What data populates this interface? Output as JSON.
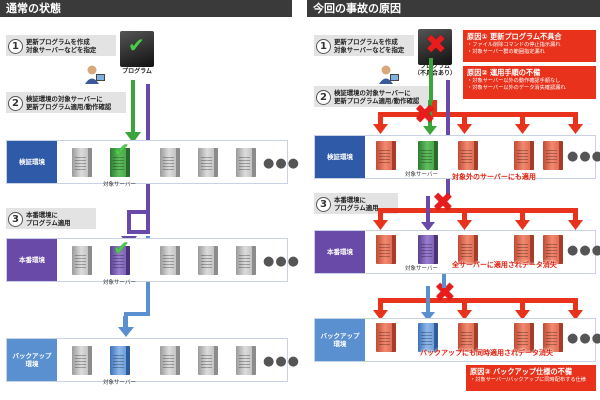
{
  "left": {
    "title": "通常の状態",
    "step1": {
      "num": "1",
      "text": "更新プログラムを作成\n対象サーバーなどを指定"
    },
    "program_label": "プログラム",
    "step2": {
      "num": "2",
      "text": "検証環境の対象サーバーに\n更新プログラム適用/動作確認"
    },
    "step3": {
      "num": "3",
      "text": "本番環境に\nプログラム適用"
    },
    "bands": [
      {
        "label": "検証環境",
        "target": "対象サーバー"
      },
      {
        "label": "本番環境",
        "target": "対象サーバー"
      },
      {
        "label": "バックアップ\n環境",
        "target": "対象サーバー"
      }
    ],
    "dots": "●●●"
  },
  "right": {
    "title": "今回の事故の原因",
    "step1": {
      "num": "1",
      "text": "更新プログラムを作成\n対象サーバーなどを指定"
    },
    "program_label": "プログラム\n（不具合あり）",
    "step2": {
      "num": "2",
      "text": "検証環境の対象サーバーに\n更新プログラム適用/動作確認"
    },
    "step3": {
      "num": "3",
      "text": "本番環境に\nプログラム適用"
    },
    "bands": [
      {
        "label": "検証環境",
        "target": "対象サーバー",
        "note": "対象外のサーバーにも適用"
      },
      {
        "label": "本番環境",
        "target": "対象サーバー",
        "note": "全サーバーに適用されデータ消失"
      },
      {
        "label": "バックアップ\n環境",
        "target": "",
        "note": "バックアップにも同時適用されデータ消失"
      }
    ],
    "dots": "●●●",
    "causes": [
      {
        "title": "原因① 更新プログラム不具合",
        "items": [
          "・ファイル削除コマンドの停止指示漏れ",
          "・対象サーバー群の範囲指定漏れ"
        ]
      },
      {
        "title": "原因② 運用手順の不備",
        "items": [
          "・対象サーバー以外の動作確認手順なし",
          "・対象サーバー以外のデータ消失確認漏れ"
        ]
      },
      {
        "title": "原因③ バックアップ仕様の不備",
        "items": [
          "・対象サーバー/バックアップに同時配布する仕様"
        ]
      }
    ]
  },
  "colors": {
    "green": "#3aa53a",
    "purple": "#6a4aa8",
    "blue": "#5a8fd0",
    "red": "#e8321c",
    "band_label": "#2f5aa8"
  }
}
